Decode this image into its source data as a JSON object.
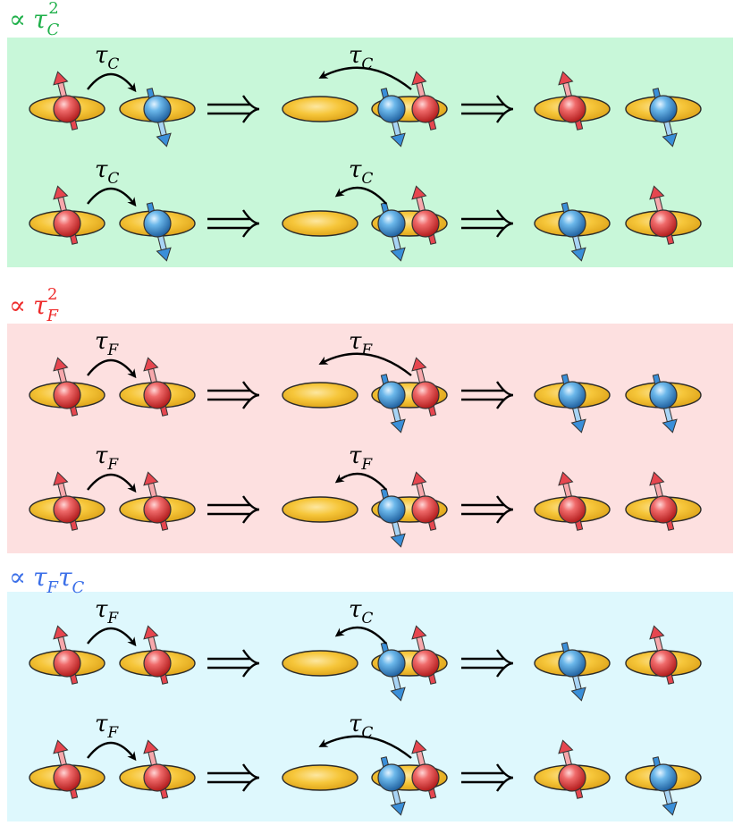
{
  "colors": {
    "green_bg": "#c8f7d9",
    "red_bg": "#fde0e0",
    "blue_bg": "#def8fd",
    "green_text": "#1fb04a",
    "red_text": "#ee2b2b",
    "blue_text": "#3b6fe8",
    "orbital_fill": "#f3be2b",
    "orbital_stroke": "#2a2a2a",
    "spin_up_red": "#e03b3b",
    "spin_down_blue": "#3f95d8",
    "arrow_red": "#e6464f",
    "arrow_blue": "#3a8fd9"
  },
  "sections": [
    {
      "label_sym": "∝",
      "label_tau": "τ",
      "label_sub": "C",
      "label_sup": "2",
      "rows": [
        {
          "hop1": {
            "sym": "τ",
            "sub": "C"
          },
          "hop2": {
            "sym": "τ",
            "sub": "C"
          }
        },
        {
          "hop1": {
            "sym": "τ",
            "sub": "C"
          },
          "hop2": {
            "sym": "τ",
            "sub": "C"
          }
        }
      ]
    },
    {
      "label_sym": "∝",
      "label_tau": "τ",
      "label_sub": "F",
      "label_sup": "2",
      "rows": [
        {
          "hop1": {
            "sym": "τ",
            "sub": "F"
          },
          "hop2": {
            "sym": "τ",
            "sub": "F"
          }
        },
        {
          "hop1": {
            "sym": "τ",
            "sub": "F"
          },
          "hop2": {
            "sym": "τ",
            "sub": "F"
          }
        }
      ]
    },
    {
      "label_sym": "∝",
      "label_tau": "τ",
      "label_sub": "F",
      "label_tau2": "τ",
      "label_sub2": "C",
      "rows": [
        {
          "hop1": {
            "sym": "τ",
            "sub": "F"
          },
          "hop2": {
            "sym": "τ",
            "sub": "C"
          }
        },
        {
          "hop1": {
            "sym": "τ",
            "sub": "F"
          },
          "hop2": {
            "sym": "τ",
            "sub": "C"
          }
        }
      ]
    }
  ]
}
